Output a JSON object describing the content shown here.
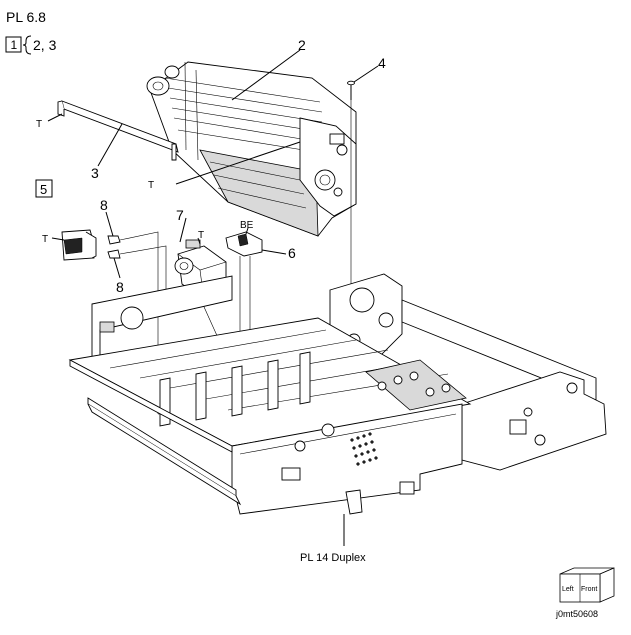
{
  "header": {
    "plate_id": "PL 6.8",
    "assembly_box": "1",
    "assembly_items": "2, 3"
  },
  "callouts": {
    "c2": "2",
    "c3": "3",
    "c4": "4",
    "c5": "5",
    "c6": "6",
    "c7": "7",
    "c8a": "8",
    "c8b": "8"
  },
  "markers": {
    "t_bar": "T",
    "t_unit": "T",
    "t_sensor": "T",
    "t_actuator": "T",
    "be_switch": "BE"
  },
  "footer": {
    "reference": "PL 14 Duplex",
    "orientation_left": "Left",
    "orientation_front": "Front",
    "figure_code": "j0mt50608"
  }
}
